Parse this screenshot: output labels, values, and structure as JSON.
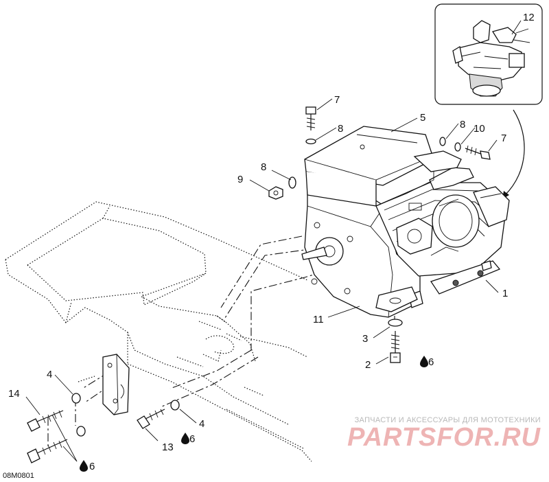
{
  "figure_code": "08M0801",
  "callouts": {
    "c1": "1",
    "c2": "2",
    "c3": "3",
    "c4a": "4",
    "c4b": "4",
    "c5": "5",
    "c6a": "6",
    "c6b": "6",
    "c6c": "6",
    "c7a": "7",
    "c7b": "7",
    "c8a": "8",
    "c8b": "8",
    "c8c": "8",
    "c9": "9",
    "c10": "10",
    "c11": "11",
    "c12": "12",
    "c13": "13",
    "c14": "14"
  },
  "watermark": {
    "tagline": "ЗАПЧАСТИ И АКСЕССУАРЫ ДЛЯ МОТОТЕХНИКИ",
    "logo": "PARTSFOR.RU"
  },
  "icons": {
    "adhesive": "adhesive-drop-icon"
  },
  "colors": {
    "line": "#111111",
    "watermark_red": "#cd2828",
    "watermark_gray": "#b8b8b8"
  }
}
